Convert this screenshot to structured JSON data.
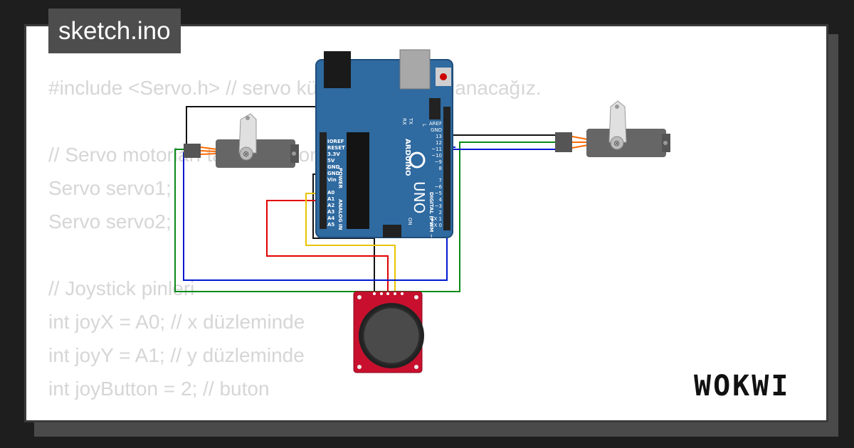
{
  "header": {
    "file_tab": "sketch.ino"
  },
  "code_lines": [
    "#include <Servo.h> // servo kütüphanesini kullanacağız.",
    "",
    "// Servo motorları tanımlanıyor",
    "Servo servo1;",
    "Servo servo2;",
    "",
    "// Joystick pinleri",
    "int joyX = A0; // x düzleminde",
    "int joyY = A1; // y düzleminde",
    "int joyButton = 2; // buton"
  ],
  "brand": {
    "logo": "WOKWI"
  },
  "arduino": {
    "brand_text": "ARDUINO",
    "model_text": "UNO",
    "power_label": "POWER",
    "analog_label": "ANALOG IN",
    "digital_label": "DIGITAL (PWM ~)",
    "on_label": "ON",
    "tx_label": "TX",
    "rx_label": "RX",
    "l_label": "L",
    "power_pins": [
      "IOREF",
      "RESET",
      "3.3V",
      "5V",
      "GND",
      "GND",
      "Vin"
    ],
    "analog_pins": [
      "A0",
      "A1",
      "A2",
      "A3",
      "A4",
      "A5"
    ],
    "digital_pins_top": [
      "AREF",
      "GND",
      "13",
      "12",
      "~11",
      "~10",
      "~9",
      "8"
    ],
    "digital_pins_bottom": [
      "7",
      "~6",
      "~5",
      "4",
      "~3",
      "2",
      "TX 1",
      "RX 0"
    ]
  },
  "wire_colors": {
    "black": "#111111",
    "red": "#e00000",
    "yellow": "#e8c400",
    "blue": "#0018d0",
    "green": "#0a8a1a",
    "servo_orange": "#ff6a00"
  },
  "colors": {
    "board": "#2f6aa0",
    "joystick_board": "#c8102e",
    "servo_body": "#666666"
  }
}
